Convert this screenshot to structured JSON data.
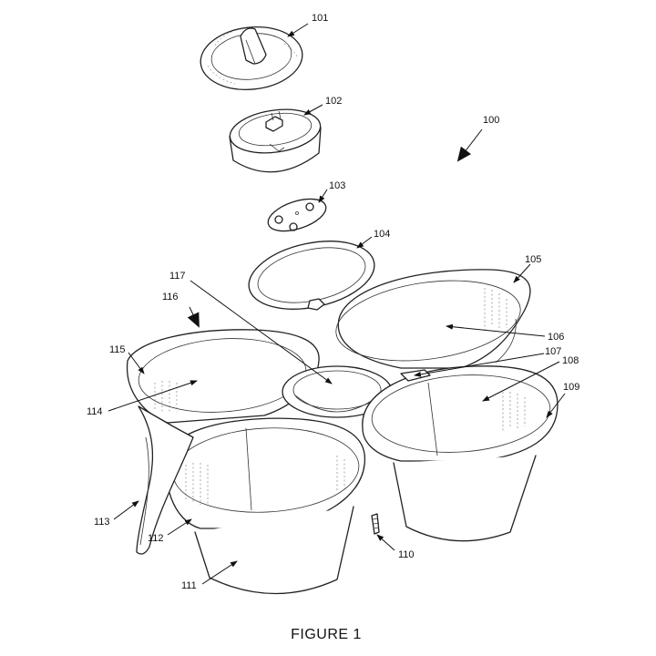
{
  "figure": {
    "caption": "FIGURE 1",
    "labels": [
      {
        "id": "l101",
        "text": "101"
      },
      {
        "id": "l102",
        "text": "102"
      },
      {
        "id": "l103",
        "text": "103"
      },
      {
        "id": "l104",
        "text": "104"
      },
      {
        "id": "l100",
        "text": "100"
      },
      {
        "id": "l105",
        "text": "105"
      },
      {
        "id": "l117",
        "text": "117"
      },
      {
        "id": "l116",
        "text": "116"
      },
      {
        "id": "l106",
        "text": "106"
      },
      {
        "id": "l115",
        "text": "115"
      },
      {
        "id": "l107",
        "text": "107"
      },
      {
        "id": "l108",
        "text": "108"
      },
      {
        "id": "l109",
        "text": "109"
      },
      {
        "id": "l114",
        "text": "114"
      },
      {
        "id": "l113",
        "text": "113"
      },
      {
        "id": "l112",
        "text": "112"
      },
      {
        "id": "l110",
        "text": "110"
      },
      {
        "id": "l111",
        "text": "111"
      }
    ]
  }
}
